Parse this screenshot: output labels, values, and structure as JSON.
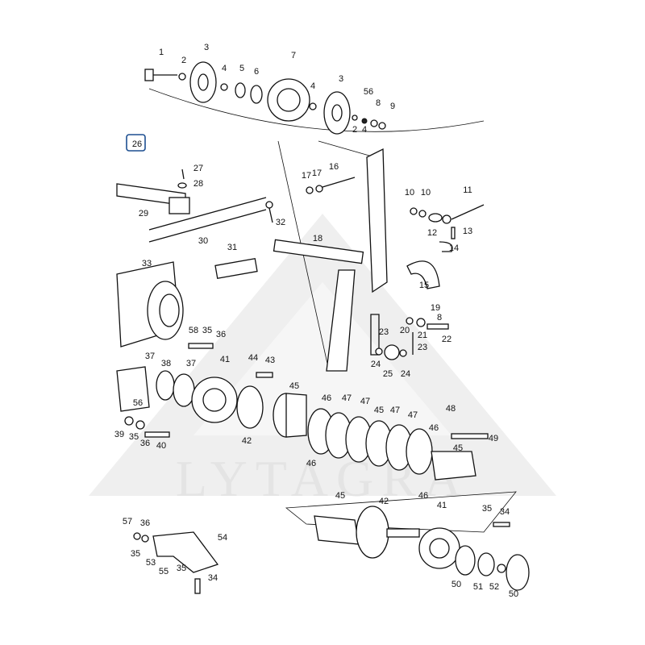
{
  "watermark": {
    "text": "LYTAGRA"
  },
  "highlight_color": "#1d4f91",
  "callouts": [
    "1",
    "2",
    "3",
    "4",
    "5",
    "6",
    "7",
    "4",
    "3",
    "56",
    "8",
    "9",
    "2",
    "4",
    "26",
    "27",
    "28",
    "29",
    "30",
    "31",
    "32",
    "17",
    "17",
    "16",
    "10",
    "10",
    "11",
    "12",
    "13",
    "14",
    "15",
    "18",
    "19",
    "8",
    "20",
    "21",
    "22",
    "23",
    "23",
    "24",
    "25",
    "24",
    "33",
    "58",
    "35",
    "36",
    "37",
    "38",
    "37",
    "41",
    "44",
    "43",
    "45",
    "56",
    "39",
    "35",
    "36",
    "40",
    "42",
    "46",
    "47",
    "47",
    "45",
    "47",
    "47",
    "48",
    "49",
    "46",
    "46",
    "45",
    "46",
    "45",
    "42",
    "41",
    "35",
    "34",
    "57",
    "36",
    "54",
    "35",
    "53",
    "55",
    "35",
    "34",
    "50",
    "51",
    "52",
    "50"
  ]
}
